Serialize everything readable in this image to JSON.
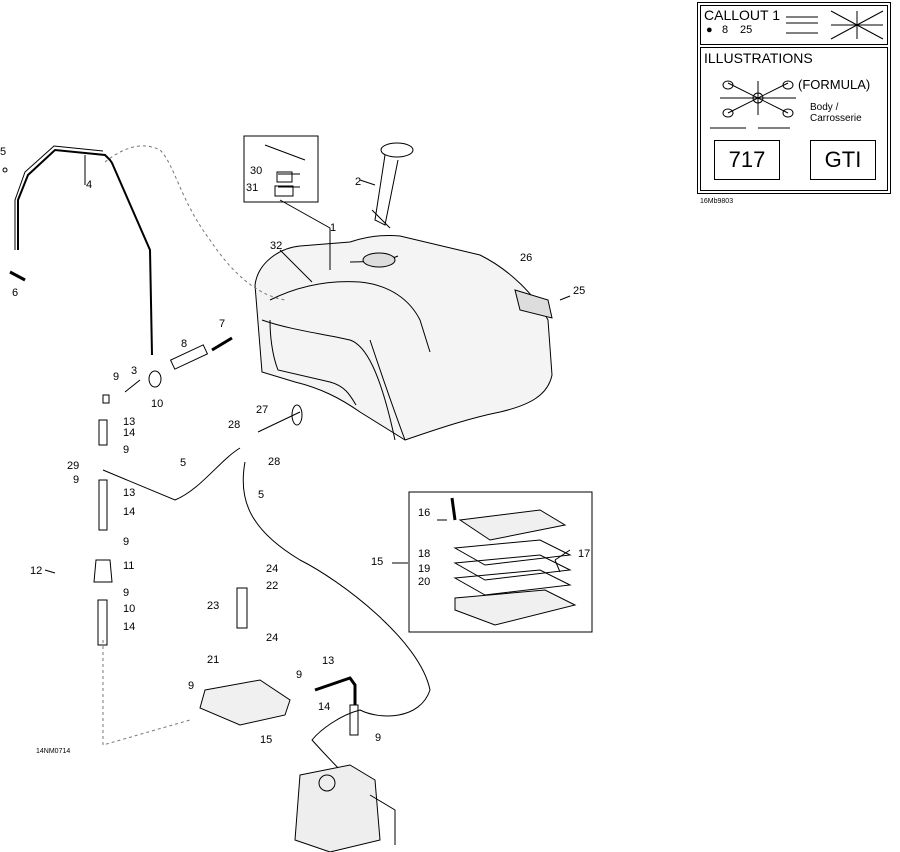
{
  "legend": {
    "callout_title": "CALLOUT 1",
    "callout_numbers": [
      "8",
      "25"
    ],
    "illustrations_title": "ILLUSTRATIONS",
    "formula": "(FORMULA)",
    "body_line1": "Body /",
    "body_line2": "Carrosserie",
    "model_number": "717",
    "model_name": "GTI",
    "ref_code": "16Mb9803"
  },
  "diagram_code": "14NM0714",
  "callouts": [
    "1",
    "2",
    "3",
    "4",
    "5",
    "5",
    "5",
    "6",
    "7",
    "8",
    "9",
    "9",
    "9",
    "9",
    "9",
    "9",
    "9",
    "9",
    "9",
    "10",
    "10",
    "11",
    "12",
    "13",
    "13",
    "13",
    "14",
    "14",
    "14",
    "14",
    "14",
    "15",
    "15",
    "16",
    "17",
    "18",
    "19",
    "20",
    "21",
    "22",
    "23",
    "24",
    "24",
    "25",
    "26",
    "27",
    "28",
    "28",
    "29",
    "30",
    "31",
    "32"
  ]
}
